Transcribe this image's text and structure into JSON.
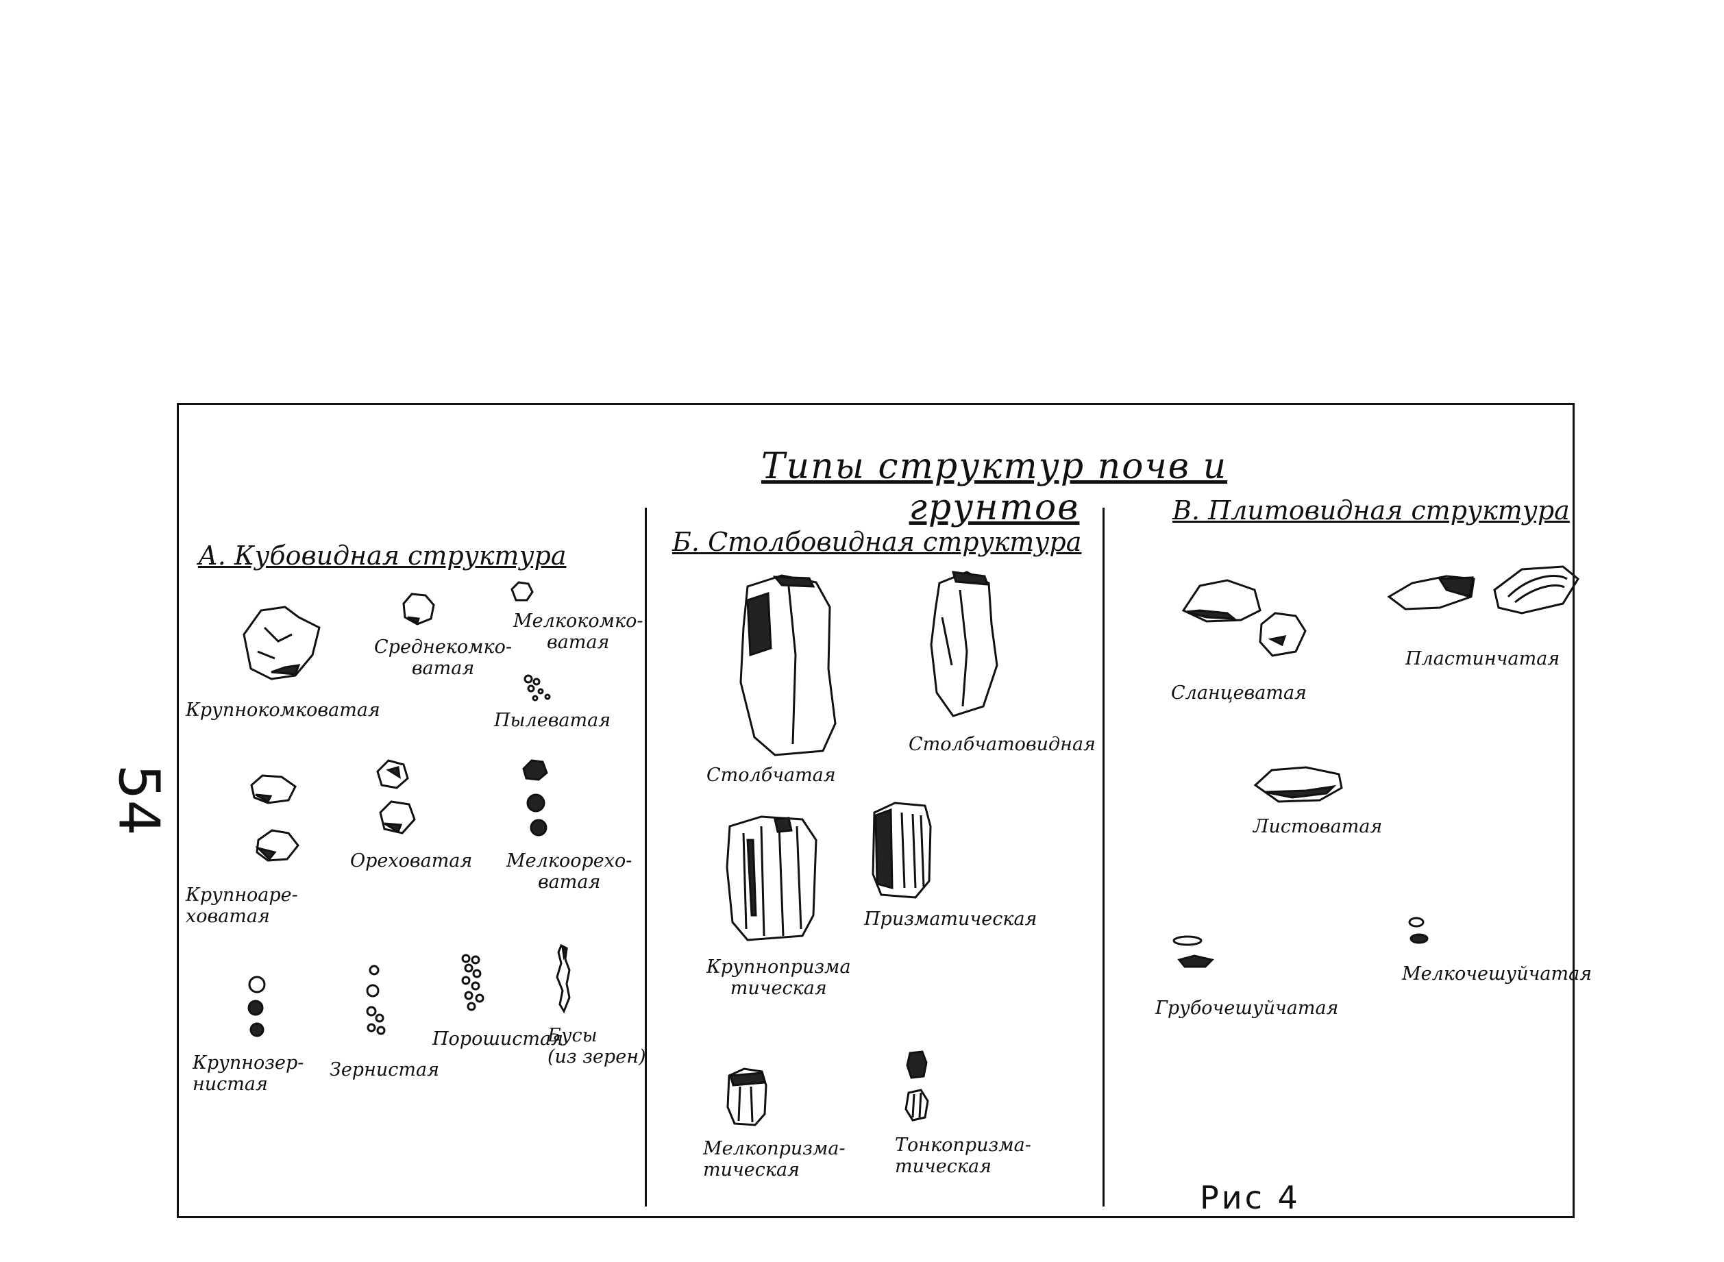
{
  "page_number": "54",
  "title": "Типы структур почв и грунтов",
  "sections": {
    "a": {
      "heading": "А. Кубовидная структура",
      "labels": {
        "krupnokomkovataya": "Крупнокомковатая",
        "srednekomkovataya": "Среднекомко-\nватая",
        "melkokomkovataya": "Мелкокомко-\nватая",
        "pylevataya": "Пылеватая",
        "krupnoorekhovataya": "Крупноаре-\nховатая",
        "orekhovataya": "Ореховатая",
        "melkoorekhovataya": "Мелкоорехо-\nватая",
        "krupnozernistaya": "Крупнозер-\nнистая",
        "zernistaya": "Зернистая",
        "poroshistaya": "Порошистая",
        "busy": "Бусы\n(из зерен)"
      }
    },
    "b": {
      "heading": "Б. Столбовидная структура",
      "labels": {
        "stolbchataya": "Столбчатая",
        "stolbchatovidnaya": "Столбчатовидная",
        "krupnoprizmaticheskaya": "Крупнопризма\nтическая",
        "prizmaticheskaya": "Призматическая",
        "melkoprizmaticheskaya": "Мелкопризма-\nтическая",
        "tonkoprizmaticheskaya": "Тонкопризма-\nтическая"
      }
    },
    "v": {
      "heading": "В. Плитовидная структура",
      "labels": {
        "slantsevataya": "Сланцеватая",
        "plastinchataya": "Пластинчатая",
        "listovataya": "Листоватая",
        "grubocheshuychataya": "Грубочешуйчатая",
        "melkocheshuychataya": "Мелкочешуйчатая"
      }
    }
  },
  "caption": "Рис 4"
}
